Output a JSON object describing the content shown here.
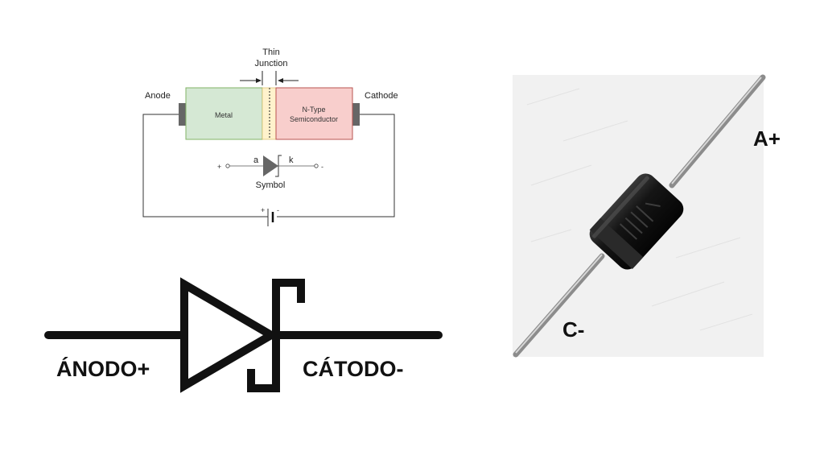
{
  "schematic": {
    "thin_junction_line1": "Thin",
    "thin_junction_line2": "Junction",
    "anode_label": "Anode",
    "cathode_label": "Cathode",
    "metal_label": "Metal",
    "n_type_line1": "N-Type",
    "n_type_line2": "Semiconductor",
    "symbol_plus": "+",
    "symbol_a": "a",
    "symbol_k": "k",
    "symbol_minus": "-",
    "symbol_caption": "Symbol",
    "battery_plus": "+",
    "battery_minus": "-",
    "colors": {
      "metal_fill": "#d5e8d4",
      "metal_stroke": "#82b366",
      "junction_fill": "#fff2cc",
      "semiconductor_fill": "#f8cecc",
      "semiconductor_stroke": "#b85450",
      "terminal_fill": "#666666"
    }
  },
  "large_symbol": {
    "anode_label": "ÁNODO+",
    "cathode_label": "CÁTODO-"
  },
  "photo": {
    "anode_label": "A+",
    "cathode_label": "C-"
  }
}
